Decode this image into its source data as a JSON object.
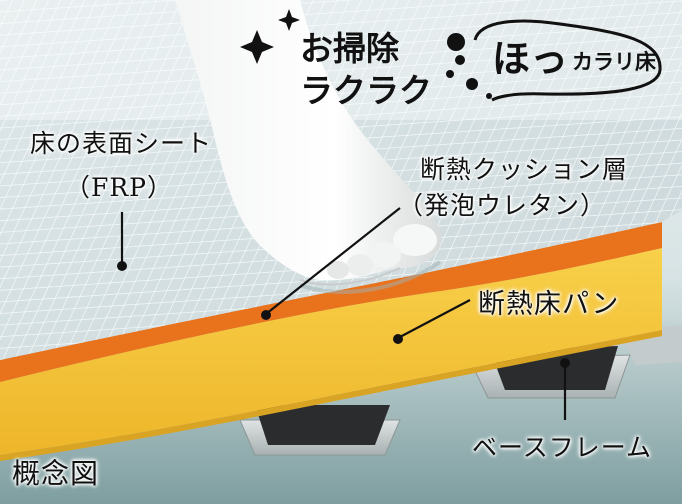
{
  "logo": {
    "brand_line1": "お掃除",
    "brand_line2": "ラクラク",
    "product_main": "ほっ",
    "product_sub": "カラリ床"
  },
  "labels": {
    "surface_sheet": "床の表面シート",
    "surface_sheet_material": "（FRP）",
    "cushion_layer": "断熱クッション層",
    "cushion_layer_material": "（発泡ウレタン）",
    "floor_pan": "断熱床パン",
    "base_frame": "ベースフレーム",
    "caption": "概念図"
  },
  "colors": {
    "tile_surface": "#d9e3e6",
    "cushion_orange": "#e8731c",
    "pan_yellow": "#f4c63a",
    "frame_dark": "#2a2c2d",
    "background": "#e6eff0"
  }
}
